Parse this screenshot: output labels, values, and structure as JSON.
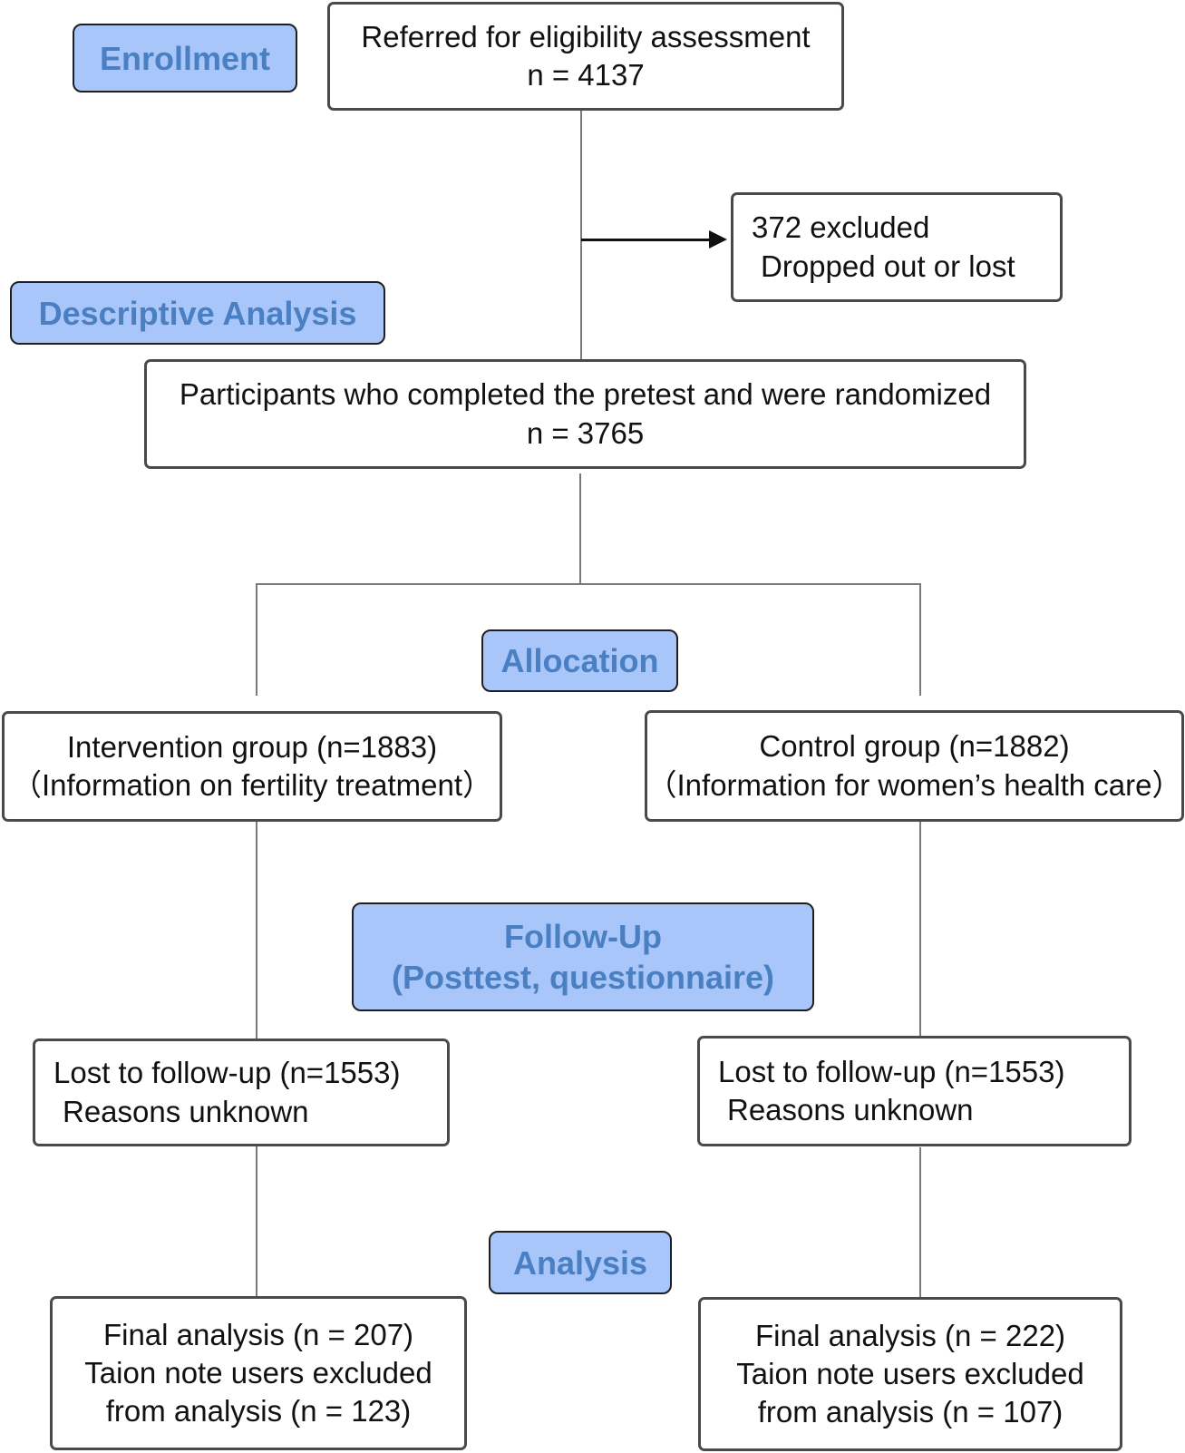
{
  "stages": {
    "enrollment": "Enrollment",
    "descriptive": "Descriptive Analysis",
    "allocation": "Allocation",
    "followup_line1": "Follow-Up",
    "followup_line2": "(Posttest, questionnaire)",
    "analysis": "Analysis"
  },
  "boxes": {
    "referred": {
      "line1": "Referred for eligibility assessment",
      "line2": "n = 4137"
    },
    "excluded": {
      "line1": "372 excluded",
      "line2": "Dropped out or lost"
    },
    "randomized": {
      "line1": "Participants who completed the pretest and were randomized",
      "line2": "n = 3765"
    },
    "intervention": {
      "line1": "Intervention group (n=1883)",
      "line2": "（Information on fertility treatment）"
    },
    "control": {
      "line1": "Control group (n=1882)",
      "line2": "（Information for women’s health care）"
    },
    "lost_left": {
      "line1": "Lost to follow-up (n=1553)",
      "line2": "Reasons unknown"
    },
    "lost_right": {
      "line1": "Lost to follow-up (n=1553)",
      "line2": "Reasons unknown"
    },
    "final_left": {
      "line1": "Final analysis (n = 207)",
      "line2": "Taion note users excluded",
      "line3": "from analysis (n = 123)"
    },
    "final_right": {
      "line1": "Final analysis (n = 222)",
      "line2": "Taion note users excluded",
      "line3": "from analysis (n = 107)"
    }
  }
}
